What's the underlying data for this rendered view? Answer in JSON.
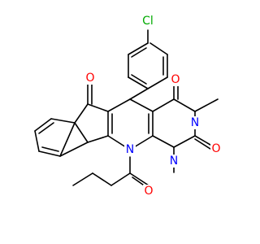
{
  "colors": {
    "bond": "#000000",
    "oxygen": "#ff0000",
    "nitrogen": "#0000ff",
    "chlorine": "#00aa00",
    "background": "#ffffff"
  },
  "atoms": [
    {
      "id": "cl",
      "label": "Cl",
      "element": "Cl"
    },
    {
      "id": "o1",
      "label": "O",
      "element": "O"
    },
    {
      "id": "o2",
      "label": "O",
      "element": "O"
    },
    {
      "id": "o3",
      "label": "O",
      "element": "O"
    },
    {
      "id": "o4",
      "label": "O",
      "element": "O"
    },
    {
      "id": "n1",
      "label": "N",
      "element": "N"
    },
    {
      "id": "n2",
      "label": "N",
      "element": "N"
    },
    {
      "id": "n3",
      "label": "N",
      "element": "N"
    }
  ]
}
